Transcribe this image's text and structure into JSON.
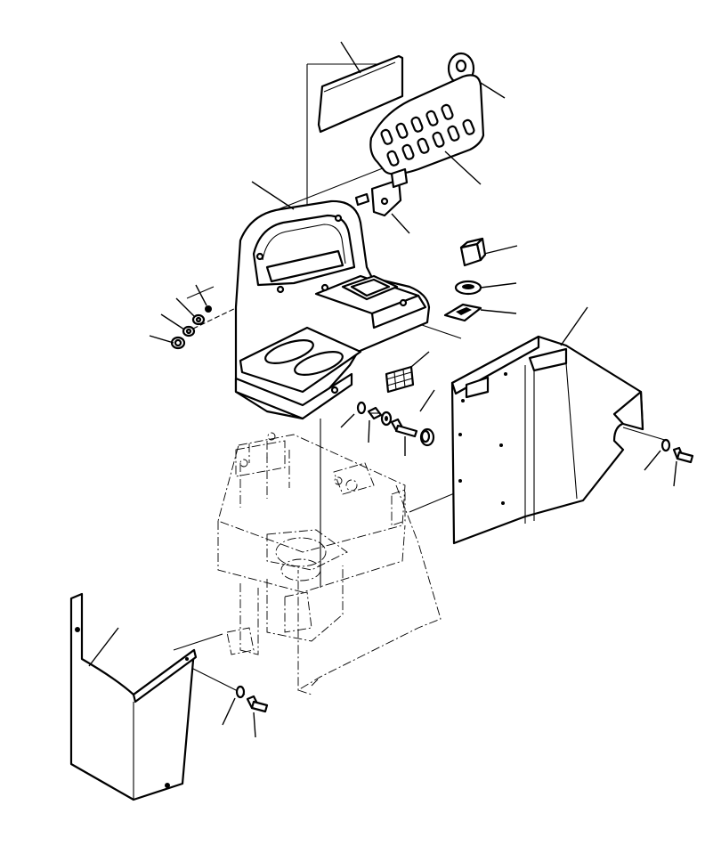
{
  "diagram": {
    "type": "exploded-parts-drawing",
    "labels_printed": false,
    "parts": [
      "cover-plate-top",
      "grommet",
      "switch-panel",
      "bracket",
      "console-housing",
      "switch",
      "bezel",
      "plate",
      "label",
      "spacer",
      "bolt",
      "washer",
      "nut",
      "side-cover-right",
      "side-cover-left",
      "frame-assembly"
    ]
  }
}
